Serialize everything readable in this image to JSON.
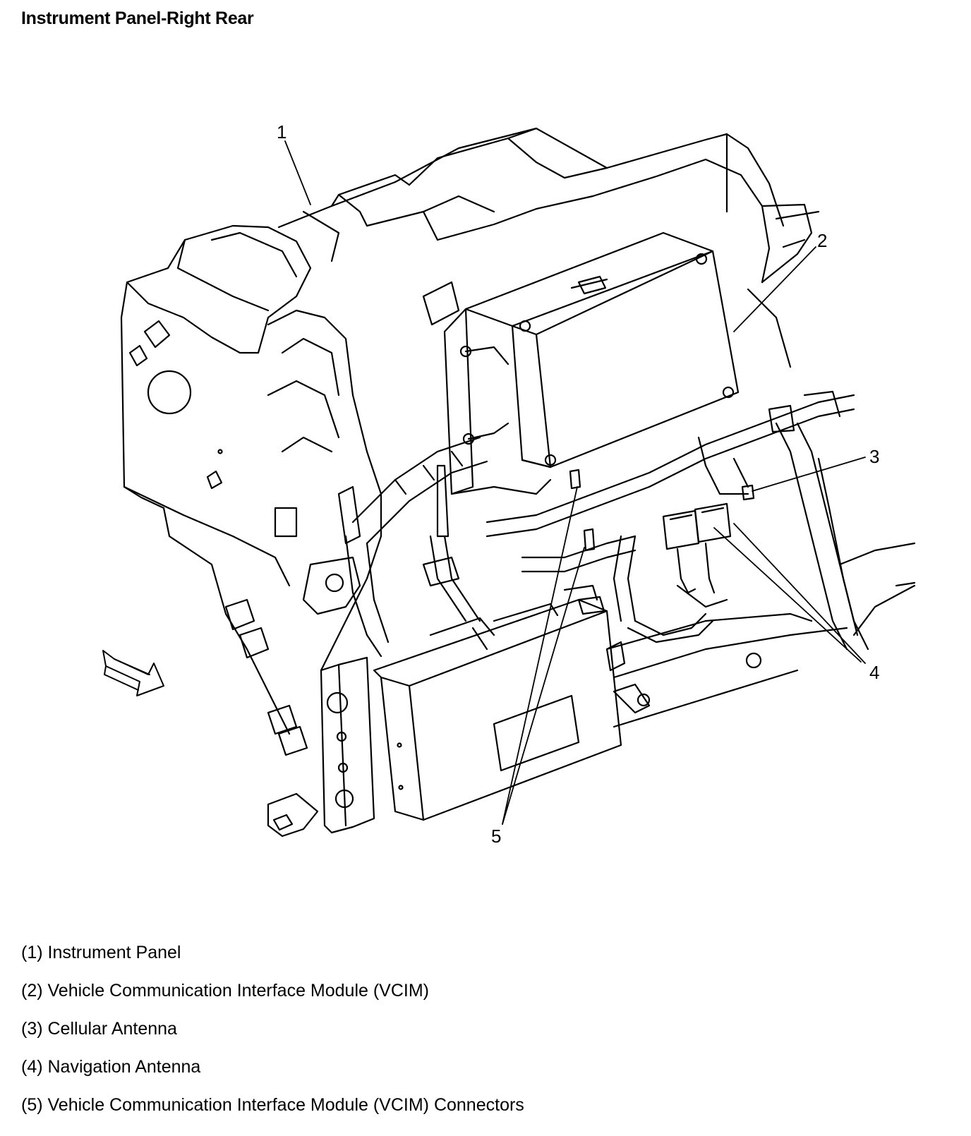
{
  "title": "Instrument Panel-Right Rear",
  "callouts": [
    "1",
    "2",
    "3",
    "4",
    "5"
  ],
  "legend": [
    "(1) Instrument Panel",
    "(2) Vehicle Communication Interface Module (VCIM)",
    "(3) Cellular Antenna",
    "(4) Navigation Antenna",
    "(5) Vehicle Communication Interface Module (VCIM) Connectors"
  ],
  "colors": {
    "line": "#000000",
    "background": "#ffffff"
  },
  "icons": [
    "direction-arrow-icon"
  ]
}
